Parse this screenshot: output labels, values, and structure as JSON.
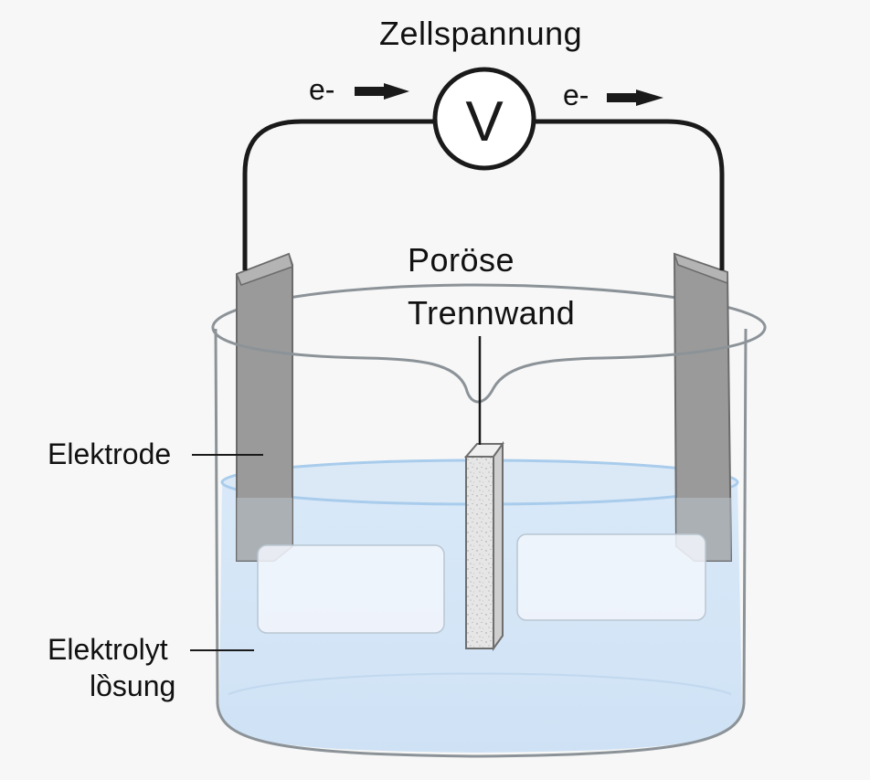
{
  "labels": {
    "cell_voltage": "Zellspannung",
    "voltmeter_symbol": "V",
    "electron_left": "e-",
    "electron_right": "e-",
    "porous_line1": "Poröse",
    "porous_line2": "Trennwand",
    "electrode": "Elektrode",
    "electrolyte_line1": "Elektrolyt",
    "electrolyte_line2": "lȍsung"
  },
  "colors": {
    "background": "#f7f7f7",
    "wire": "#1a1a1a",
    "electrode_fill": "#9a9a9a",
    "electrode_edge": "#6b6b6b",
    "liquid": "#d4e6f7",
    "liquid_edge": "#a9ccec",
    "glass_edge": "#8c9398",
    "separator_fill": "#e4e4e4"
  },
  "icons": [
    "voltmeter-icon",
    "electron-flow-arrow-icon"
  ]
}
